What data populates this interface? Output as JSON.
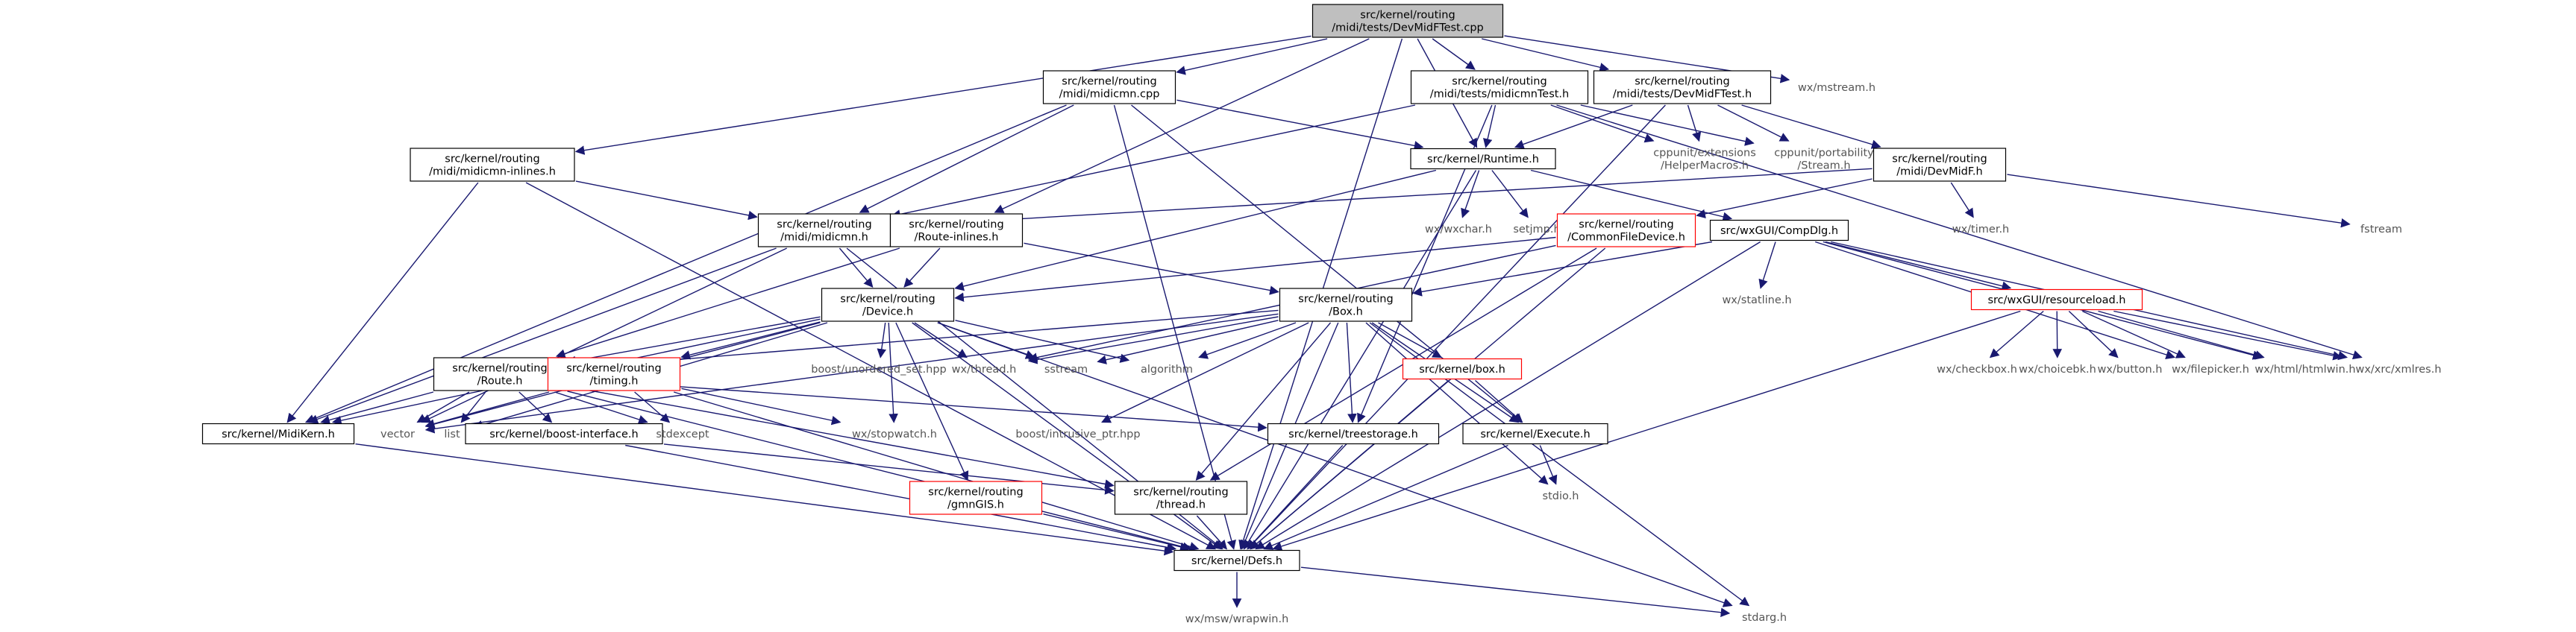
{
  "colors": {
    "edge": "#191970",
    "edge_to_root": "#bfbfbf",
    "box_border": "#000000",
    "box_border_red": "#ff0000",
    "root_fill": "#bfbfbf",
    "text": "#000000",
    "text_muted": "#555555"
  },
  "nodes": [
    {
      "id": "root",
      "lines": [
        "src/kernel/routing",
        "/midi/tests/DevMidFTest.cpp"
      ],
      "style": "root"
    },
    {
      "id": "midicmn_cpp",
      "lines": [
        "src/kernel/routing",
        "/midi/midicmn.cpp"
      ],
      "style": "box"
    },
    {
      "id": "midicmnTest_h",
      "lines": [
        "src/kernel/routing",
        "/midi/tests/midicmnTest.h"
      ],
      "style": "box"
    },
    {
      "id": "DevMidFTest_h",
      "lines": [
        "src/kernel/routing",
        "/midi/tests/DevMidFTest.h"
      ],
      "style": "box"
    },
    {
      "id": "wx_mstream",
      "lines": [
        "wx/mstream.h"
      ],
      "style": "plain"
    },
    {
      "id": "midicmn_inlines",
      "lines": [
        "src/kernel/routing",
        "/midi/midicmn-inlines.h"
      ],
      "style": "box"
    },
    {
      "id": "Runtime_h",
      "lines": [
        "src/kernel/Runtime.h"
      ],
      "style": "box"
    },
    {
      "id": "cppunit_helper",
      "lines": [
        "cppunit/extensions",
        "/HelperMacros.h"
      ],
      "style": "plain"
    },
    {
      "id": "cppunit_stream",
      "lines": [
        "cppunit/portability",
        "/Stream.h"
      ],
      "style": "plain"
    },
    {
      "id": "DevMidF_h",
      "lines": [
        "src/kernel/routing",
        "/midi/DevMidF.h"
      ],
      "style": "box"
    },
    {
      "id": "midicmn_h",
      "lines": [
        "src/kernel/routing",
        "/midi/midicmn.h"
      ],
      "style": "box"
    },
    {
      "id": "Route_inlines",
      "lines": [
        "src/kernel/routing",
        "/Route-inlines.h"
      ],
      "style": "box"
    },
    {
      "id": "wx_wxchar",
      "lines": [
        "wx/wxchar.h"
      ],
      "style": "plain"
    },
    {
      "id": "setjmp",
      "lines": [
        "setjmp.h"
      ],
      "style": "plain"
    },
    {
      "id": "CommonFileDevice",
      "lines": [
        "src/kernel/routing",
        "/CommonFileDevice.h"
      ],
      "style": "red"
    },
    {
      "id": "CompDlg",
      "lines": [
        "src/wxGUI/CompDlg.h"
      ],
      "style": "box"
    },
    {
      "id": "wx_timer",
      "lines": [
        "wx/timer.h"
      ],
      "style": "plain"
    },
    {
      "id": "fstream",
      "lines": [
        "fstream"
      ],
      "style": "plain"
    },
    {
      "id": "Device_h",
      "lines": [
        "src/kernel/routing",
        "/Device.h"
      ],
      "style": "box"
    },
    {
      "id": "Box_h",
      "lines": [
        "src/kernel/routing",
        "/Box.h"
      ],
      "style": "box"
    },
    {
      "id": "wx_statline",
      "lines": [
        "wx/statline.h"
      ],
      "style": "plain"
    },
    {
      "id": "resourceload",
      "lines": [
        "src/wxGUI/resourceload.h"
      ],
      "style": "red"
    },
    {
      "id": "Route_h",
      "lines": [
        "src/kernel/routing",
        "/Route.h"
      ],
      "style": "box"
    },
    {
      "id": "timing_h",
      "lines": [
        "src/kernel/routing",
        "/timing.h"
      ],
      "style": "red"
    },
    {
      "id": "boost_unordered",
      "lines": [
        "boost/unordered_set.hpp"
      ],
      "style": "plain"
    },
    {
      "id": "wx_thread",
      "lines": [
        "wx/thread.h"
      ],
      "style": "plain"
    },
    {
      "id": "sstream",
      "lines": [
        "sstream"
      ],
      "style": "plain"
    },
    {
      "id": "algorithm",
      "lines": [
        "algorithm"
      ],
      "style": "plain"
    },
    {
      "id": "box_h_lower",
      "lines": [
        "src/kernel/box.h"
      ],
      "style": "red"
    },
    {
      "id": "wx_checkbox",
      "lines": [
        "wx/checkbox.h"
      ],
      "style": "plain"
    },
    {
      "id": "wx_choicebk",
      "lines": [
        "wx/choicebk.h"
      ],
      "style": "plain"
    },
    {
      "id": "wx_button",
      "lines": [
        "wx/button.h"
      ],
      "style": "plain"
    },
    {
      "id": "wx_filepicker",
      "lines": [
        "wx/filepicker.h"
      ],
      "style": "plain"
    },
    {
      "id": "wx_htmlwin",
      "lines": [
        "wx/html/htmlwin.h"
      ],
      "style": "plain"
    },
    {
      "id": "wx_xmlres",
      "lines": [
        "wx/xrc/xmlres.h"
      ],
      "style": "plain"
    },
    {
      "id": "MidiKern",
      "lines": [
        "src/kernel/MidiKern.h"
      ],
      "style": "box"
    },
    {
      "id": "vector",
      "lines": [
        "vector"
      ],
      "style": "plain"
    },
    {
      "id": "list",
      "lines": [
        "list"
      ],
      "style": "plain"
    },
    {
      "id": "boost_interface",
      "lines": [
        "src/kernel/boost-interface.h"
      ],
      "style": "box"
    },
    {
      "id": "stdexcept",
      "lines": [
        "stdexcept"
      ],
      "style": "plain"
    },
    {
      "id": "wx_stopwatch",
      "lines": [
        "wx/stopwatch.h"
      ],
      "style": "plain"
    },
    {
      "id": "boost_intrusive",
      "lines": [
        "boost/intrusive_ptr.hpp"
      ],
      "style": "plain"
    },
    {
      "id": "treestorage",
      "lines": [
        "src/kernel/treestorage.h"
      ],
      "style": "box"
    },
    {
      "id": "Execute_h",
      "lines": [
        "src/kernel/Execute.h"
      ],
      "style": "box"
    },
    {
      "id": "stdio",
      "lines": [
        "stdio.h"
      ],
      "style": "plain"
    },
    {
      "id": "gmnGIS",
      "lines": [
        "src/kernel/routing",
        "/gmnGIS.h"
      ],
      "style": "red"
    },
    {
      "id": "thread_h",
      "lines": [
        "src/kernel/routing",
        "/thread.h"
      ],
      "style": "box"
    },
    {
      "id": "Defs_h",
      "lines": [
        "src/kernel/Defs.h"
      ],
      "style": "box"
    },
    {
      "id": "wx_msw_wrapwin",
      "lines": [
        "wx/msw/wrapwin.h"
      ],
      "style": "plain"
    },
    {
      "id": "stdarg",
      "lines": [
        "stdarg.h"
      ],
      "style": "plain"
    }
  ],
  "edges": [
    [
      "root",
      "midicmn_cpp"
    ],
    [
      "root",
      "midicmnTest_h"
    ],
    [
      "root",
      "DevMidFTest_h"
    ],
    [
      "root",
      "wx_mstream"
    ],
    [
      "root",
      "midicmn_inlines"
    ],
    [
      "root",
      "Runtime_h"
    ],
    [
      "root",
      "Route_inlines"
    ],
    [
      "root",
      "Defs_h"
    ],
    [
      "midicmn_cpp",
      "Runtime_h"
    ],
    [
      "midicmn_cpp",
      "midicmn_h"
    ],
    [
      "midicmn_cpp",
      "MidiKern"
    ],
    [
      "midicmn_cpp",
      "Execute_h"
    ],
    [
      "midicmn_cpp",
      "Defs_h"
    ],
    [
      "midicmnTest_h",
      "Runtime_h"
    ],
    [
      "midicmnTest_h",
      "cppunit_helper"
    ],
    [
      "midicmnTest_h",
      "cppunit_stream"
    ],
    [
      "midicmnTest_h",
      "midicmn_h"
    ],
    [
      "midicmnTest_h",
      "treestorage"
    ],
    [
      "midicmnTest_h",
      "wx_xmlres"
    ],
    [
      "DevMidFTest_h",
      "Runtime_h"
    ],
    [
      "DevMidFTest_h",
      "cppunit_helper"
    ],
    [
      "DevMidFTest_h",
      "cppunit_stream"
    ],
    [
      "DevMidFTest_h",
      "DevMidF_h"
    ],
    [
      "DevMidFTest_h",
      "Defs_h"
    ],
    [
      "midicmn_inlines",
      "midicmn_h"
    ],
    [
      "midicmn_inlines",
      "MidiKern"
    ],
    [
      "midicmn_inlines",
      "Defs_h"
    ],
    [
      "Runtime_h",
      "wx_wxchar"
    ],
    [
      "Runtime_h",
      "setjmp"
    ],
    [
      "Runtime_h",
      "CompDlg"
    ],
    [
      "Runtime_h",
      "Device_h"
    ],
    [
      "Runtime_h",
      "Defs_h"
    ],
    [
      "DevMidF_h",
      "midicmn_h"
    ],
    [
      "DevMidF_h",
      "CommonFileDevice"
    ],
    [
      "DevMidF_h",
      "wx_timer"
    ],
    [
      "DevMidF_h",
      "fstream"
    ],
    [
      "midicmn_h",
      "Device_h"
    ],
    [
      "midicmn_h",
      "vector"
    ],
    [
      "midicmn_h",
      "MidiKern"
    ],
    [
      "midicmn_h",
      "Defs_h"
    ],
    [
      "Route_inlines",
      "Device_h"
    ],
    [
      "Route_inlines",
      "Box_h"
    ],
    [
      "Route_inlines",
      "Route_h"
    ],
    [
      "CommonFileDevice",
      "Device_h"
    ],
    [
      "CommonFileDevice",
      "wx_thread"
    ],
    [
      "CommonFileDevice",
      "thread_h"
    ],
    [
      "CommonFileDevice",
      "Defs_h"
    ],
    [
      "CompDlg",
      "wx_statline"
    ],
    [
      "CompDlg",
      "resourceload"
    ],
    [
      "CompDlg",
      "Box_h"
    ],
    [
      "CompDlg",
      "wx_filepicker"
    ],
    [
      "CompDlg",
      "wx_htmlwin"
    ],
    [
      "CompDlg",
      "wx_xmlres"
    ],
    [
      "CompDlg",
      "Defs_h"
    ],
    [
      "Device_h",
      "Route_h"
    ],
    [
      "Device_h",
      "timing_h"
    ],
    [
      "Device_h",
      "boost_unordered"
    ],
    [
      "Device_h",
      "wx_thread"
    ],
    [
      "Device_h",
      "sstream"
    ],
    [
      "Device_h",
      "algorithm"
    ],
    [
      "Device_h",
      "vector"
    ],
    [
      "Device_h",
      "list"
    ],
    [
      "Device_h",
      "MidiKern"
    ],
    [
      "Device_h",
      "wx_stopwatch"
    ],
    [
      "Device_h",
      "gmnGIS"
    ],
    [
      "Device_h",
      "stdarg"
    ],
    [
      "Device_h",
      "Defs_h"
    ],
    [
      "Box_h",
      "box_h_lower"
    ],
    [
      "Box_h",
      "wx_thread"
    ],
    [
      "Box_h",
      "sstream"
    ],
    [
      "Box_h",
      "algorithm"
    ],
    [
      "Box_h",
      "vector"
    ],
    [
      "Box_h",
      "Route_h"
    ],
    [
      "Box_h",
      "boost_intrusive"
    ],
    [
      "Box_h",
      "treestorage"
    ],
    [
      "Box_h",
      "Execute_h"
    ],
    [
      "Box_h",
      "stdio"
    ],
    [
      "Box_h",
      "thread_h"
    ],
    [
      "Box_h",
      "stdarg"
    ],
    [
      "Box_h",
      "Defs_h"
    ],
    [
      "resourceload",
      "wx_checkbox"
    ],
    [
      "resourceload",
      "wx_choicebk"
    ],
    [
      "resourceload",
      "wx_button"
    ],
    [
      "resourceload",
      "wx_filepicker"
    ],
    [
      "resourceload",
      "wx_htmlwin"
    ],
    [
      "resourceload",
      "wx_xmlres"
    ],
    [
      "resourceload",
      "Defs_h"
    ],
    [
      "Route_h",
      "MidiKern"
    ],
    [
      "Route_h",
      "vector"
    ],
    [
      "Route_h",
      "list"
    ],
    [
      "Route_h",
      "boost_interface"
    ],
    [
      "Route_h",
      "stdexcept"
    ],
    [
      "Route_h",
      "treestorage"
    ],
    [
      "Route_h",
      "thread_h"
    ],
    [
      "Route_h",
      "Defs_h"
    ],
    [
      "timing_h",
      "vector"
    ],
    [
      "timing_h",
      "stdexcept"
    ],
    [
      "timing_h",
      "wx_stopwatch"
    ],
    [
      "timing_h",
      "Defs_h"
    ],
    [
      "box_h_lower",
      "Execute_h"
    ],
    [
      "box_h_lower",
      "Defs_h"
    ],
    [
      "MidiKern",
      "Defs_h"
    ],
    [
      "boost_interface",
      "thread_h"
    ],
    [
      "boost_interface",
      "Defs_h"
    ],
    [
      "treestorage",
      "Defs_h"
    ],
    [
      "Execute_h",
      "stdio"
    ],
    [
      "Execute_h",
      "Defs_h"
    ],
    [
      "gmnGIS",
      "Defs_h"
    ],
    [
      "thread_h",
      "Defs_h"
    ],
    [
      "Defs_h",
      "wx_msw_wrapwin"
    ],
    [
      "Defs_h",
      "stdarg"
    ]
  ]
}
